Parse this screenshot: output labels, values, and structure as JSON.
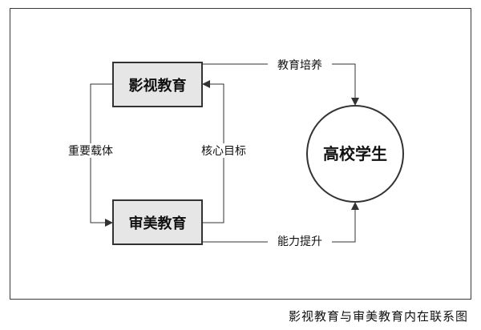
{
  "diagram": {
    "nodes": {
      "film_education": "影视教育",
      "aesthetic_education": "审美教育",
      "students": "高校学生"
    },
    "edges": {
      "education_cultivation": "教育培养",
      "ability_improvement": "能力提升",
      "important_carrier": "重要载体",
      "core_goal": "核心目标"
    }
  },
  "caption": "影视教育与审美教育内在联系图",
  "colors": {
    "line": "#333333",
    "box_fill": "#e6e6e6",
    "text": "#111111"
  }
}
